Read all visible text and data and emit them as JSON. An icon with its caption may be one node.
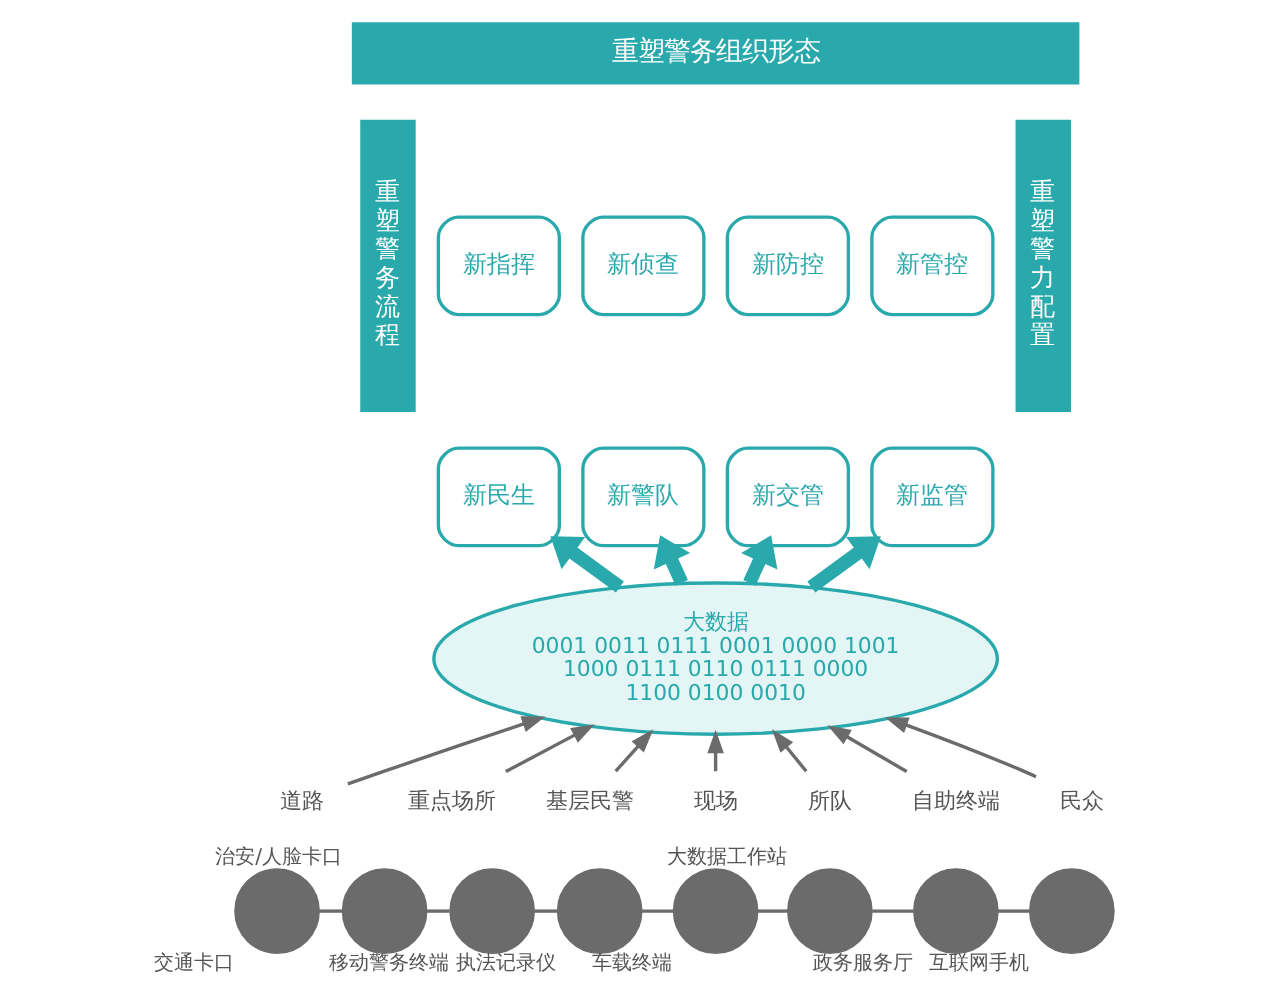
{
  "diagram": {
    "nodes": [
      {
        "text": [
          "重塑警务组织形态"
        ]
      },
      {
        "text": [
          "重塑警务流程"
        ]
      },
      {
        "text": [
          "新指挥"
        ]
      },
      {
        "text": [
          "新侦查"
        ]
      },
      {
        "text": [
          "新防控"
        ]
      },
      {
        "text": [
          "新管控"
        ]
      },
      {
        "text": [
          "新民生"
        ]
      },
      {
        "text": [
          "新警队"
        ]
      },
      {
        "text": [
          "新交管"
        ]
      },
      {
        "text": [
          "新监管"
        ]
      },
      {
        "text": [
          "重塑警力配置"
        ]
      },
      {
        "text": [
          "大数据",
          "0001 0011 0111 0001 0000 1001",
          "1000 0111 0110 0111 0000",
          "1100 0100 0010"
        ]
      },
      {
        "text": [
          "道路"
        ]
      },
      {
        "text": [
          "重点场所"
        ]
      },
      {
        "text": [
          "基层民警"
        ]
      },
      {
        "text": [
          "现场"
        ]
      },
      {
        "text": [
          "所队"
        ]
      },
      {
        "text": [
          "自助终端"
        ]
      },
      {
        "text": [
          "民众"
        ]
      },
      {
        "text": [],
        "shape": "circle",
        "beside": [
          "交通卡口"
        ]
      },
      {
        "text": [],
        "shape": "circle",
        "beside": [
          "治安/人脸卡口"
        ]
      },
      {
        "text": [],
        "shape": "circle",
        "beside": [
          "移动警务终端"
        ]
      },
      {
        "text": [],
        "shape": "circle",
        "beside": [
          "执法记录仪"
        ]
      },
      {
        "text": [],
        "shape": "circle",
        "beside": [
          "车载终端"
        ]
      },
      {
        "text": [],
        "shape": "circle",
        "beside": [
          "大数据工作站"
        ]
      },
      {
        "text": [],
        "shape": "circle",
        "beside": [
          "政务服务厅"
        ]
      },
      {
        "text": [],
        "shape": "circle",
        "beside": [
          "互联网手机"
        ]
      }
    ],
    "edges": [
      {
        "from": 11,
        "to": 6,
        "arrow": "to",
        "color": "#2aa9ad",
        "style": "thick"
      },
      {
        "from": 11,
        "to": 7,
        "arrow": "to",
        "color": "#2aa9ad",
        "style": "thick"
      },
      {
        "from": 11,
        "to": 8,
        "arrow": "to",
        "color": "#2aa9ad",
        "style": "thick"
      },
      {
        "from": 11,
        "to": 9,
        "arrow": "to",
        "color": "#2aa9ad",
        "style": "thick"
      },
      {
        "from": 12,
        "to": 11,
        "arrow": "to"
      },
      {
        "from": 13,
        "to": 11,
        "arrow": "to"
      },
      {
        "from": 14,
        "to": 11,
        "arrow": "to"
      },
      {
        "from": 15,
        "to": 11,
        "arrow": "to"
      },
      {
        "from": 16,
        "to": 11,
        "arrow": "to"
      },
      {
        "from": 17,
        "to": 11,
        "arrow": "to"
      },
      {
        "from": 18,
        "to": 11,
        "arrow": "to"
      },
      {
        "from": 19,
        "to": 20,
        "arrow": "none"
      },
      {
        "from": 20,
        "to": 21,
        "arrow": "none"
      },
      {
        "from": 21,
        "to": 22,
        "arrow": "none"
      },
      {
        "from": 22,
        "to": 23,
        "arrow": "none"
      },
      {
        "from": 23,
        "to": 24,
        "arrow": "none"
      },
      {
        "from": 24,
        "to": 25,
        "arrow": "none"
      },
      {
        "from": 25,
        "to": 26,
        "arrow": "none"
      }
    ]
  }
}
